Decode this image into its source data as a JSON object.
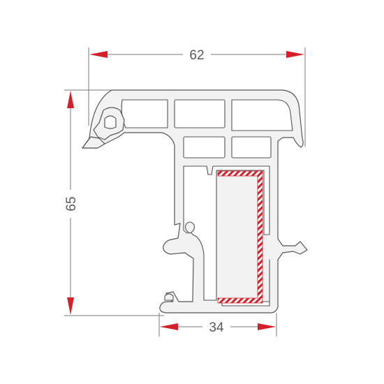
{
  "dimensions": {
    "width_top": "62",
    "height_left": "65",
    "width_bottom": "34"
  },
  "colors": {
    "background": "#ffffff",
    "profile_fill": "#f2f2f2",
    "profile_stroke": "#555555",
    "dimension_line": "#666666",
    "arrow": "#d4202a",
    "reinforcement_hatch": "#d4202a",
    "dimension_text": "#5a5a5a"
  }
}
